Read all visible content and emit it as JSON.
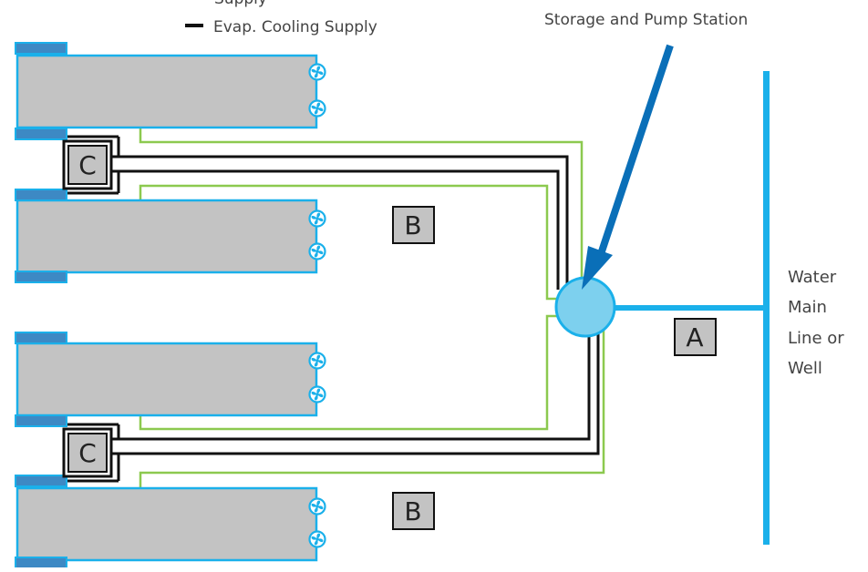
{
  "legend": {
    "clipped_label": "Supply",
    "evap_label": "Evap. Cooling Supply"
  },
  "storage": {
    "label": "Storage and Pump Station"
  },
  "water_source": {
    "lines": [
      "Water",
      "Main",
      "Line or",
      "Well"
    ]
  },
  "markers": {
    "a": "A",
    "b1": "B",
    "b2": "B",
    "c1": "C",
    "c2": "C"
  },
  "colors": {
    "main_line": "#1ab0ea",
    "arrow": "#0a6fb8",
    "pump_station": "#7dd0ee",
    "green_pipe": "#8cc94f",
    "evap_pipe": "#111111",
    "house_fill": "#c3c3c3",
    "house_border": "#1ab0ea",
    "house_edge_stripe": "#3d89c4",
    "fan_icon": "#1ab0ea"
  },
  "houses": [
    {
      "id": "house-1",
      "fans": 2
    },
    {
      "id": "house-2",
      "fans": 2
    },
    {
      "id": "house-3",
      "fans": 2
    },
    {
      "id": "house-4",
      "fans": 2
    }
  ]
}
